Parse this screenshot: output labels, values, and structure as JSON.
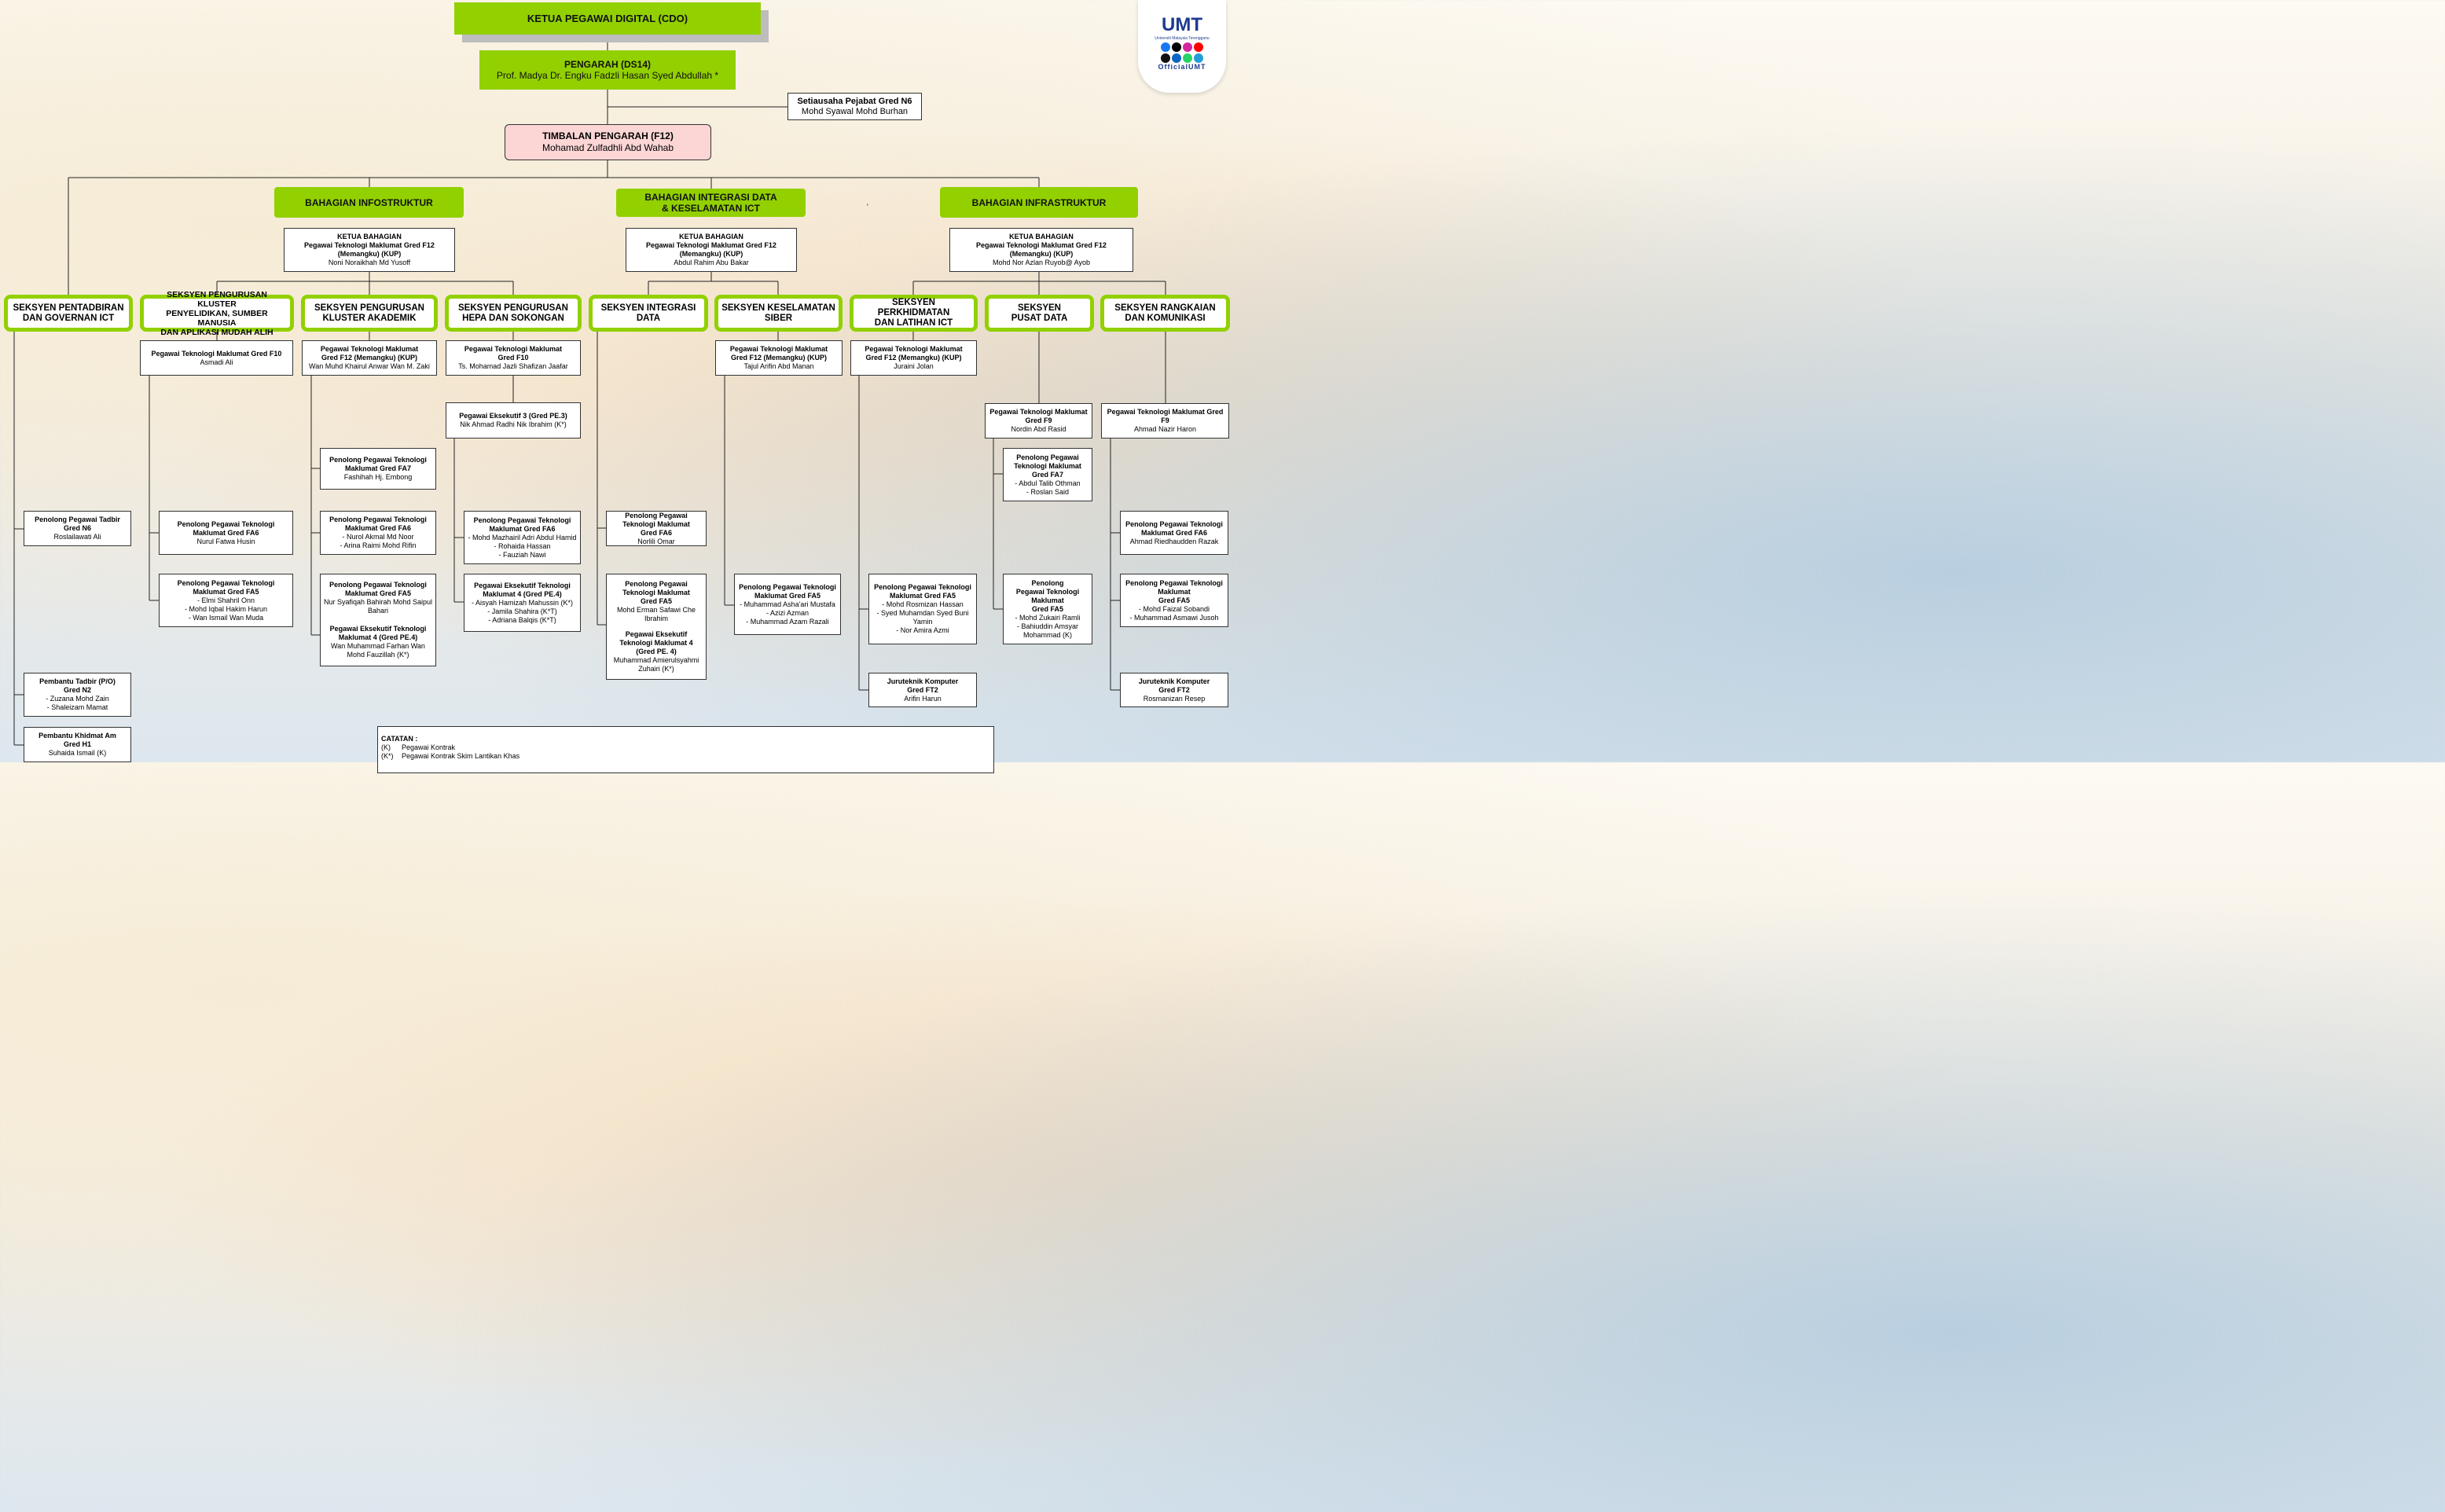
{
  "logo": {
    "brand": "UMT",
    "tagline": "Universiti Malaysia Terengganu",
    "handle": "OfficialUMT"
  },
  "top": {
    "cdo": "KETUA PEGAWAI DIGITAL (CDO)",
    "pengarah_title": "PENGARAH (DS14)",
    "pengarah_name": "Prof. Madya Dr. Engku Fadzli Hasan Syed Abdullah *",
    "setiausaha_title": "Setiausaha Pejabat Gred N6",
    "setiausaha_name": "Mohd Syawal Mohd Burhan",
    "timbalan_title": "TIMBALAN PENGARAH (F12)",
    "timbalan_name": "Mohamad Zulfadhli Abd Wahab"
  },
  "divisions": {
    "infostruktur": "BAHAGIAN INFOSTRUKTUR",
    "integrasi_l1": "BAHAGIAN INTEGRASI DATA",
    "integrasi_l2": "& KESELAMATAN ICT",
    "infrastruktur": "BAHAGIAN INFRASTRUKTUR",
    "dot": "'"
  },
  "heads": {
    "label": "KETUA BAHAGIAN",
    "grade_l1": "Pegawai Teknologi Maklumat Gred F12",
    "grade_l2": "(Memangku) (KUP)",
    "infostruktur_name": "Noni Noraikhah Md Yusoff",
    "integrasi_name": "Abdul Rahim Abu Bakar",
    "infrastruktur_name": "Mohd Nor Azlan Ruyob@ Ayob"
  },
  "sections": {
    "pentadbiran": [
      "SEKSYEN PENTADBIRAN",
      "DAN GOVERNAN ICT"
    ],
    "penyelidikan": [
      "SEKSYEN PENGURUSAN KLUSTER",
      "PENYELIDIKAN, SUMBER MANUSIA",
      "DAN APLIKASI  MUDAH ALIH"
    ],
    "akademik": [
      "SEKSYEN PENGURUSAN",
      "KLUSTER AKADEMIK"
    ],
    "hepa": [
      "SEKSYEN PENGURUSAN",
      "HEPA DAN SOKONGAN"
    ],
    "integrasi": [
      "SEKSYEN INTEGRASI",
      "DATA"
    ],
    "keselamatan": [
      "SEKSYEN KESELAMATAN",
      "SIBER"
    ],
    "perkhidmatan": [
      "SEKSYEN PERKHIDMATAN",
      "DAN LATIHAN ICT"
    ],
    "pusatdata": [
      "SEKSYEN",
      "PUSAT DATA"
    ],
    "rangkaian": [
      "SEKSYEN RANGKAIAN",
      "DAN KOMUNIKASI"
    ]
  },
  "pentadbiran_staff": {
    "p1_title": [
      "Penolong Pegawai Tadbir",
      "Gred N6"
    ],
    "p1_names": [
      "Roslailawati Ali"
    ],
    "p2_title": [
      "Pembantu Tadbir (P/O)",
      "Gred N2"
    ],
    "p2_names": [
      "- Zuzana Mohd Zain",
      "- Shaleizam Mamat"
    ],
    "p3_title": [
      "Pembantu Khidmat Am",
      "Gred H1"
    ],
    "p3_names": [
      "Suhaida Ismail (K)"
    ]
  },
  "penyelidikan_staff": {
    "head_title": [
      "Pegawai Teknologi Maklumat Gred F10"
    ],
    "head_names": [
      "Asmadi Ali"
    ],
    "fa6_title": [
      "Penolong Pegawai Teknologi",
      "Maklumat Gred FA6"
    ],
    "fa6_names": [
      "Nurul Fatwa Husin"
    ],
    "fa5_title": [
      "Penolong Pegawai Teknologi",
      "Maklumat Gred FA5"
    ],
    "fa5_names": [
      "- Elmi Shahril Onn",
      "- Mohd Iqbal Hakim Harun",
      "- Wan Ismail Wan Muda"
    ]
  },
  "akademik_staff": {
    "head_title": [
      "Pegawai Teknologi Maklumat",
      "Gred F12 (Memangku) (KUP)"
    ],
    "head_names": [
      "Wan Muhd Khairul Anwar Wan M. Zaki"
    ],
    "fa7_title": [
      "Penolong Pegawai Teknologi",
      "Maklumat Gred FA7"
    ],
    "fa7_names": [
      "Fashihah Hj. Embong"
    ],
    "fa6_title": [
      "Penolong Pegawai Teknologi",
      "Maklumat Gred FA6"
    ],
    "fa6_names": [
      "- Nurol Akmal Md Noor",
      "- Arina Raimi Mohd Rifin"
    ],
    "fa5_title": [
      "Penolong Pegawai Teknologi",
      "Maklumat Gred FA5"
    ],
    "fa5_names": [
      "Nur Syafiqah Bahirah Mohd Saipul",
      "Bahari"
    ],
    "pe4_title": [
      "Pegawai Eksekutif Teknologi",
      "Maklumat 4 (Gred PE.4)"
    ],
    "pe4_names": [
      "Wan Muhammad Farhan Wan",
      "Mohd Fauzillah (K*)"
    ]
  },
  "hepa_staff": {
    "head_title": [
      "Pegawai Teknologi Maklumat",
      "Gred F10"
    ],
    "head_names": [
      "Ts. Mohamad Jazli Shafizan Jaafar"
    ],
    "pe3_title": [
      "Pegawai Eksekutif 3 (Gred PE.3)"
    ],
    "pe3_names": [
      "Nik Ahmad Radhi Nik Ibrahim (K*)"
    ],
    "fa6_title": [
      "Penolong Pegawai Teknologi",
      "Maklumat Gred FA6"
    ],
    "fa6_names": [
      "- Mohd Mazhairil Adri Abdul Hamid",
      "- Rohaida Hassan",
      "- Fauziah Nawi"
    ],
    "pe4_title": [
      "Pegawai Eksekutif Teknologi",
      "Maklumat 4 (Gred PE.4)"
    ],
    "pe4_names": [
      "- Aisyah Hamizah Mahussin (K*)",
      "- Jamila Shahira (K*T)",
      "- Adriana Balqis (K*T)"
    ]
  },
  "integrasi_staff": {
    "fa6_title": [
      "Penolong Pegawai",
      "Teknologi Maklumat",
      "Gred FA6"
    ],
    "fa6_names": [
      "Norlili Omar"
    ],
    "fa5_title": [
      "Penolong Pegawai",
      "Teknologi Maklumat",
      "Gred FA5"
    ],
    "fa5_names": [
      "Mohd Erman Safawi Che",
      "Ibrahim"
    ],
    "pe4_title": [
      "Pegawai Eksekutif",
      "Teknologi Maklumat 4",
      "(Gred PE. 4)"
    ],
    "pe4_names": [
      "Muhammad Amierulsyahmi",
      "Zuhairi (K*)"
    ]
  },
  "keselamatan_staff": {
    "head_title": [
      "Pegawai Teknologi Maklumat",
      "Gred F12 (Memangku) (KUP)"
    ],
    "head_names": [
      "Tajul Arifin Abd Manan"
    ],
    "fa5_title": [
      "Penolong Pegawai Teknologi",
      "Maklumat Gred FA5"
    ],
    "fa5_names": [
      "- Muhammad Asha'ari Mustafa",
      "- Azizi Azman",
      "- Muhammad Azam Razali"
    ]
  },
  "perkhidmatan_staff": {
    "head_title": [
      "Pegawai Teknologi Maklumat",
      "Gred F12 (Memangku) (KUP)"
    ],
    "head_names": [
      "Juraini Jolan"
    ],
    "fa5_title": [
      "Penolong Pegawai Teknologi",
      "Maklumat Gred FA5"
    ],
    "fa5_names": [
      "- Mohd Rosmizan Hassan",
      "- Syed Muhamdan Syed Buni",
      "Yamin",
      "- Nor Amira Azmi"
    ],
    "ft2_title": [
      "Juruteknik Komputer",
      "Gred FT2"
    ],
    "ft2_names": [
      "Arifin Harun"
    ]
  },
  "pusatdata_staff": {
    "head_title": [
      "Pegawai Teknologi Maklumat",
      "Gred F9"
    ],
    "head_names": [
      "Nordin Abd Rasid"
    ],
    "fa7_title": [
      "Penolong Pegawai",
      "Teknologi Maklumat",
      "Gred FA7"
    ],
    "fa7_names": [
      "- Abdul Talib Othman",
      "- Roslan Said"
    ],
    "fa5_title": [
      "Penolong",
      "Pegawai Teknologi",
      "Maklumat",
      "Gred FA5"
    ],
    "fa5_names": [
      "- Mohd Zukairi Ramli",
      "- Bahiuddin Amsyar",
      "Mohammad (K)"
    ]
  },
  "rangkaian_staff": {
    "head_title": [
      "Pegawai Teknologi Maklumat Gred",
      "F9"
    ],
    "head_names": [
      "Ahmad Nazir Haron"
    ],
    "fa6_title": [
      "Penolong Pegawai Teknologi",
      "Maklumat Gred FA6"
    ],
    "fa6_names": [
      "Ahmad Riedhaudden Razak"
    ],
    "fa5_title": [
      "Penolong Pegawai Teknologi",
      "Maklumat",
      "Gred FA5"
    ],
    "fa5_names": [
      "- Mohd Faizal Sobandi",
      "- Muhammad Asmawi Jusoh"
    ],
    "ft2_title": [
      "Juruteknik Komputer",
      "Gred FT2"
    ],
    "ft2_names": [
      "Rosmanizan Resep"
    ]
  },
  "notes": {
    "heading": "CATATAN :",
    "items": [
      {
        "code": "(K)",
        "text": "Pegawai Kontrak"
      },
      {
        "code": "(K*)",
        "text": "Pegawai Kontrak Skim Lantikan Khas"
      }
    ]
  }
}
